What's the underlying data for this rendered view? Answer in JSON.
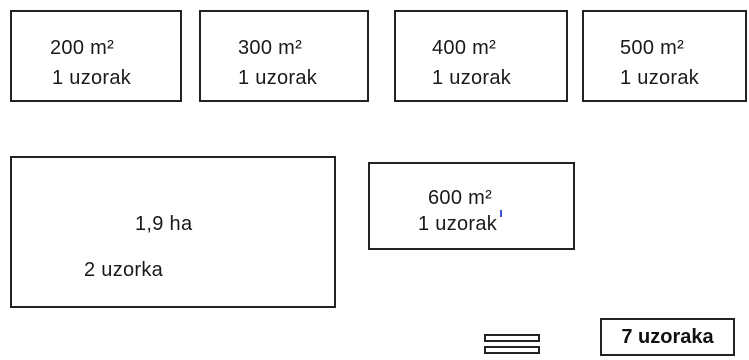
{
  "plots": [
    {
      "area": "200 m²",
      "samples": "1 uzorak"
    },
    {
      "area": "300 m²",
      "samples": "1 uzorak"
    },
    {
      "area": "400 m²",
      "samples": "1 uzorak"
    },
    {
      "area": "500 m²",
      "samples": "1 uzorak"
    },
    {
      "area": "1,9 ha",
      "samples": "2 uzorka"
    },
    {
      "area": "600 m²",
      "samples": "1 uzorak"
    }
  ],
  "total": {
    "label": "7 uzoraka"
  },
  "colors": {
    "outline": "#222222",
    "text": "#1a1a1a",
    "mark": "#3b4fd6"
  },
  "icons": {
    "stack": "stacked-bars-icon"
  }
}
